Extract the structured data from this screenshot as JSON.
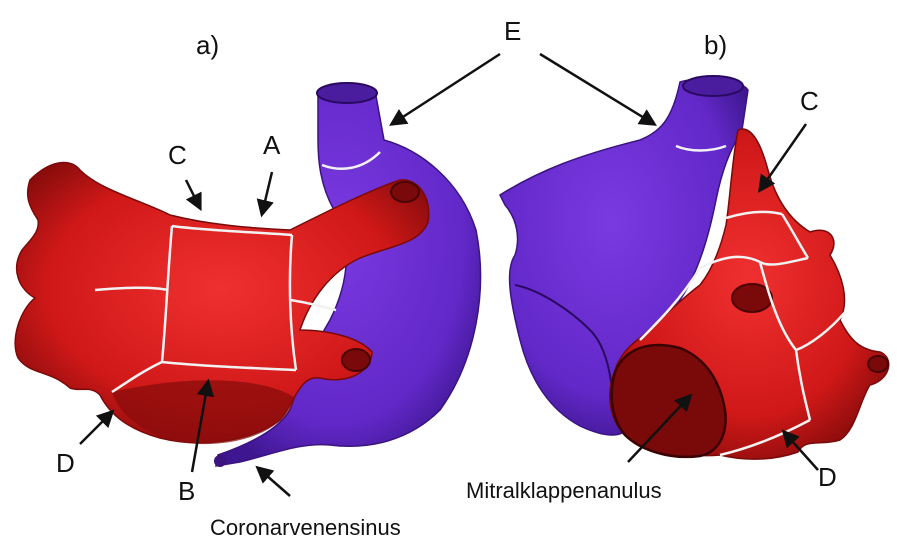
{
  "labels": {
    "panel_a": "a)",
    "panel_b": "b)",
    "E": "E",
    "C_a": "C",
    "A": "A",
    "C_b": "C",
    "D_a": "D",
    "B": "B",
    "D_b": "D",
    "mitral": "Mitralklappenanulus",
    "coronar": "Coronarvenensinus"
  },
  "colors": {
    "atrium_red": "#e01e1e",
    "atrium_dark": "#7a0a0a",
    "vein_purple": "#6a2fd0",
    "vein_dark": "#3b1480",
    "boundary_white": "#f2f2f2",
    "arrow_black": "#111111"
  }
}
